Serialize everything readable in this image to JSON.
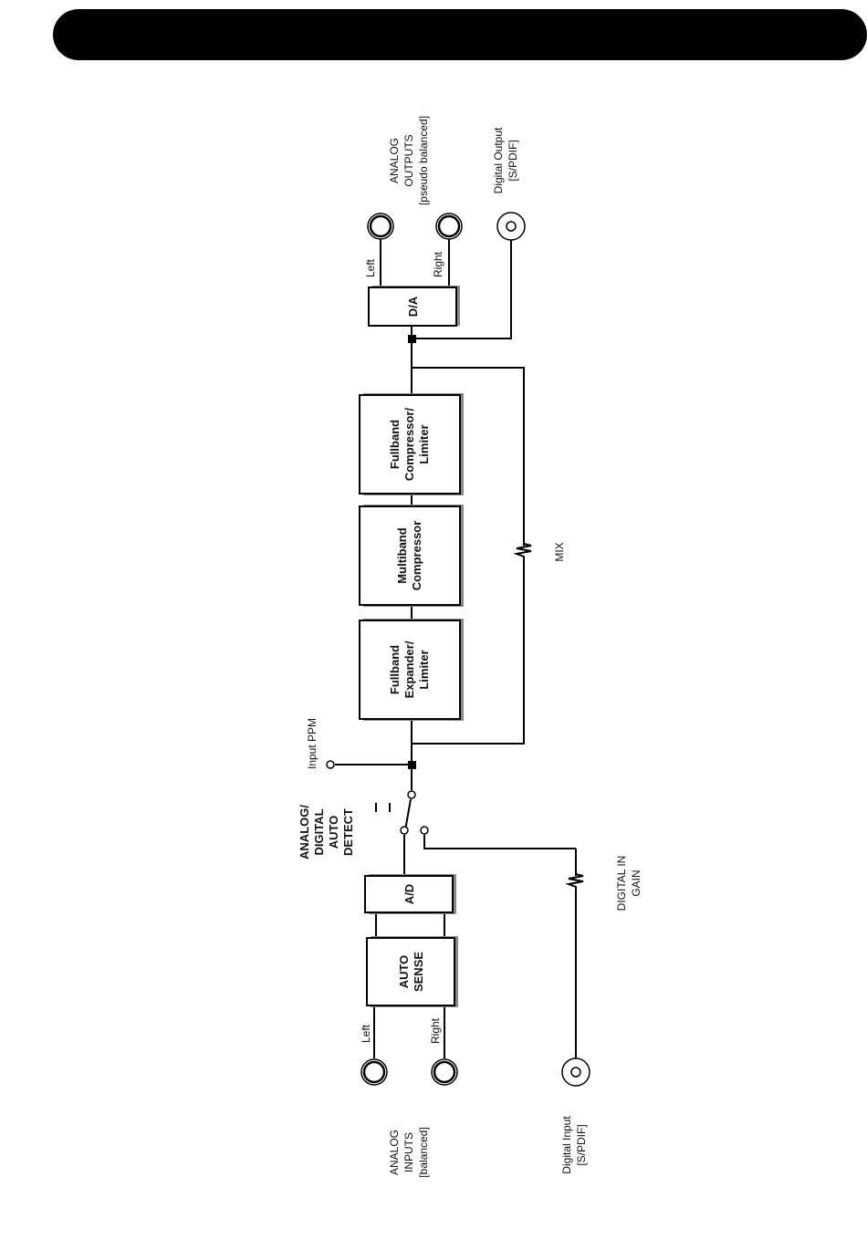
{
  "header_bar": {
    "color": "#000000"
  },
  "analog_inputs": {
    "title_lines": [
      "ANALOG",
      "INPUTS",
      "[balanced]"
    ],
    "left_label": "Left",
    "right_label": "Right"
  },
  "digital_input": {
    "title_lines": [
      "Digital Input",
      "[S/PDIF]"
    ]
  },
  "blocks": {
    "auto_sense": [
      "AUTO",
      "SENSE"
    ],
    "ad": [
      "A/D"
    ],
    "fullband_expander": [
      "Fullband",
      "Expander/",
      "Limiter"
    ],
    "multiband_compressor": [
      "Multiband",
      "Compressor"
    ],
    "fullband_compressor": [
      "Fullband",
      "Compressor/",
      "Limiter"
    ],
    "da": [
      "D/A"
    ]
  },
  "switch_label": [
    "ANALOG/",
    "DIGITAL",
    "AUTO",
    "DETECT"
  ],
  "digital_in_gain": [
    "DIGITAL IN",
    "GAIN"
  ],
  "input_ppm": "Input PPM",
  "mix": "MIX",
  "analog_outputs": {
    "title_lines": [
      "ANALOG",
      "OUTPUTS",
      "[pseudo balanced]"
    ],
    "left_label": "Left",
    "right_label": "Right"
  },
  "digital_output": {
    "title_lines": [
      "Digital Output",
      "[S/PDIF]"
    ]
  }
}
